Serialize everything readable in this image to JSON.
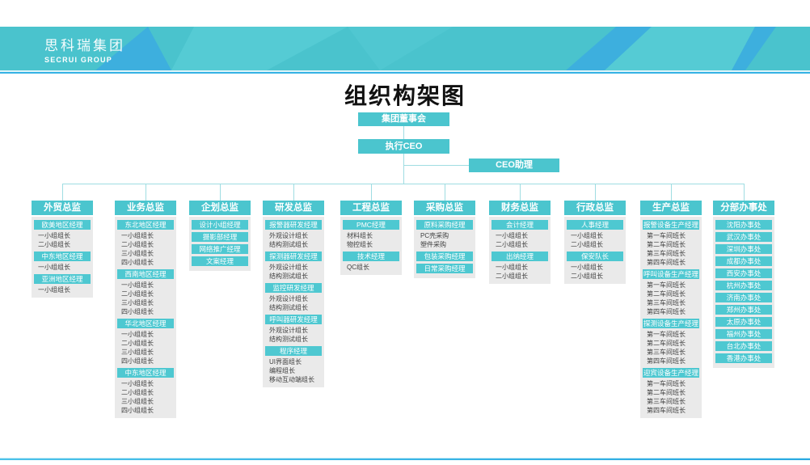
{
  "brand": {
    "name_cn": "思科瑞集团",
    "name_en": "SECRUI GROUP"
  },
  "title": "组织构架图",
  "top": {
    "board": "集团董事会",
    "ceo": "执行CEO",
    "assistant": "CEO助理"
  },
  "colors": {
    "accent_teal": "#4BC5CE",
    "panel_gray": "#EAEAEA",
    "connector": "#9FDDE2",
    "banner_teal": "#4AC3CD",
    "banner_blue": "#3DAFDE",
    "bottom_rule_blue": "#2BA9E2"
  },
  "columns": [
    {
      "title": "外贸总监",
      "sections": [
        {
          "label": "欧美地区经理",
          "items": [
            "一小组组长",
            "二小组组长"
          ]
        },
        {
          "label": "中东地区经理",
          "items": [
            "一小组组长"
          ]
        },
        {
          "label": "亚洲地区经理",
          "items": [
            "一小组组长"
          ]
        }
      ]
    },
    {
      "title": "业务总监",
      "sections": [
        {
          "label": "东北地区经理",
          "items": [
            "一小组组长",
            "二小组组长",
            "三小组组长",
            "四小组组长"
          ]
        },
        {
          "label": "西南地区经理",
          "items": [
            "一小组组长",
            "二小组组长",
            "三小组组长",
            "四小组组长"
          ]
        },
        {
          "label": "华北地区经理",
          "items": [
            "一小组组长",
            "二小组组长",
            "三小组组长",
            "四小组组长"
          ]
        },
        {
          "label": "中东地区经理",
          "items": [
            "一小组组长",
            "二小组组长",
            "三小组组长",
            "四小组组长"
          ]
        }
      ]
    },
    {
      "title": "企划总监",
      "sections": [
        {
          "label": "设计小组经理",
          "items": []
        },
        {
          "label": "摄影部经理",
          "items": []
        },
        {
          "label": "网络推广经理",
          "items": []
        },
        {
          "label": "文案经理",
          "items": []
        }
      ]
    },
    {
      "title": "研发总监",
      "sections": [
        {
          "label": "报警器研发经理",
          "items": [
            "外观设计组长",
            "结构测试组长"
          ]
        },
        {
          "label": "探测器研发经理",
          "items": [
            "外观设计组长",
            "结构测试组长"
          ]
        },
        {
          "label": "监控研发经理",
          "items": [
            "外观设计组长",
            "结构测试组长"
          ]
        },
        {
          "label": "呼叫器研发经理",
          "items": [
            "外观设计组长",
            "结构测试组长"
          ]
        },
        {
          "label": "程序经理",
          "items": [
            "UI界面组长",
            "编程组长",
            "移动互动端组长"
          ]
        }
      ]
    },
    {
      "title": "工程总监",
      "sections": [
        {
          "label": "PMC经理",
          "items": [
            "材料组长",
            "物控组长"
          ]
        },
        {
          "label": "技术经理",
          "items": [
            "QC组长"
          ]
        }
      ]
    },
    {
      "title": "采购总监",
      "sections": [
        {
          "label": "原料采购经理",
          "items": [
            "PC壳采购",
            "塑件采购"
          ]
        },
        {
          "label": "包装采购经理",
          "items": []
        },
        {
          "label": "日常采购经理",
          "items": []
        }
      ]
    },
    {
      "title": "财务总监",
      "sections": [
        {
          "label": "会计经理",
          "items": [
            "一小组组长",
            "二小组组长"
          ]
        },
        {
          "label": "出纳经理",
          "items": [
            "一小组组长",
            "二小组组长"
          ]
        }
      ]
    },
    {
      "title": "行政总监",
      "sections": [
        {
          "label": "人事经理",
          "items": [
            "一小组组长",
            "二小组组长"
          ]
        },
        {
          "label": "保安队长",
          "items": [
            "一小组组长",
            "二小组组长"
          ]
        }
      ]
    },
    {
      "title": "生产总监",
      "sections": [
        {
          "label": "报警设备生产经理",
          "items": [
            "第一车间班长",
            "第二车间班长",
            "第三车间班长",
            "第四车间班长"
          ]
        },
        {
          "label": "呼叫设备生产经理",
          "items": [
            "第一车间班长",
            "第二车间班长",
            "第三车间班长",
            "第四车间班长"
          ]
        },
        {
          "label": "探测设备生产经理",
          "items": [
            "第一车间班长",
            "第二车间班长",
            "第三车间班长",
            "第四车间班长"
          ]
        },
        {
          "label": "迎宾设备生产经理",
          "items": [
            "第一车间班长",
            "第二车间班长",
            "第三车间班长",
            "第四车间班长"
          ]
        }
      ]
    },
    {
      "title": "分部办事处",
      "sections": [
        {
          "label": "沈阳办事处",
          "items": []
        },
        {
          "label": "武汉办事处",
          "items": []
        },
        {
          "label": "深圳办事处",
          "items": []
        },
        {
          "label": "成都办事处",
          "items": []
        },
        {
          "label": "西安办事处",
          "items": []
        },
        {
          "label": "杭州办事处",
          "items": []
        },
        {
          "label": "济南办事处",
          "items": []
        },
        {
          "label": "郑州办事处",
          "items": []
        },
        {
          "label": "太原办事处",
          "items": []
        },
        {
          "label": "福州办事处",
          "items": []
        },
        {
          "label": "台北办事处",
          "items": []
        },
        {
          "label": "香港办事处",
          "items": []
        }
      ]
    }
  ]
}
